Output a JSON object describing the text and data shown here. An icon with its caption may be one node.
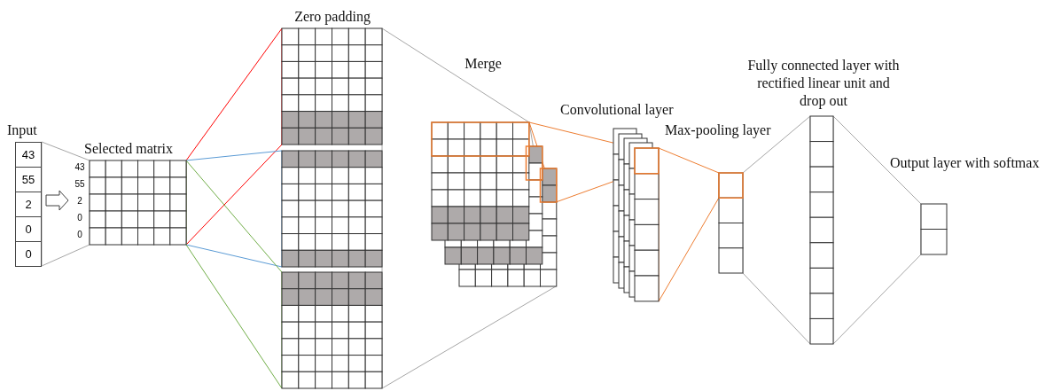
{
  "diagram": {
    "nodes": [
      {
        "text": [
          "Input",
          "43",
          "55",
          "2",
          "0",
          "0"
        ]
      },
      {
        "text": [
          "Selected matrix"
        ],
        "beside": [
          "43",
          "55",
          "2",
          "0",
          "0"
        ]
      },
      {
        "text": [
          "Zero padding"
        ]
      },
      {
        "text": [
          "Merge"
        ]
      },
      {
        "text": [
          "Convolutional layer"
        ]
      },
      {
        "text": [
          "Max-pooling layer"
        ]
      },
      {
        "text": [
          "Fully connected layer with rectified linear unit and drop out"
        ]
      },
      {
        "text": [
          "Output layer with softmax"
        ]
      }
    ],
    "edges": [
      {
        "from": 0,
        "to": 1,
        "arrow": "to"
      },
      {
        "from": 0,
        "to": 1,
        "arrow": "none"
      },
      {
        "from": 1,
        "to": 2,
        "arrow": "none",
        "color": "#ff0000"
      },
      {
        "from": 1,
        "to": 2,
        "arrow": "none",
        "color": "#5b9bd5"
      },
      {
        "from": 1,
        "to": 2,
        "arrow": "none",
        "color": "#70ad47"
      },
      {
        "from": 2,
        "to": 3,
        "arrow": "none"
      },
      {
        "from": 3,
        "to": 4,
        "arrow": "none",
        "color": "#ed7d31"
      },
      {
        "from": 4,
        "to": 5,
        "arrow": "none",
        "color": "#ed7d31"
      },
      {
        "from": 5,
        "to": 6,
        "arrow": "none"
      },
      {
        "from": 6,
        "to": 7,
        "arrow": "none"
      }
    ]
  }
}
